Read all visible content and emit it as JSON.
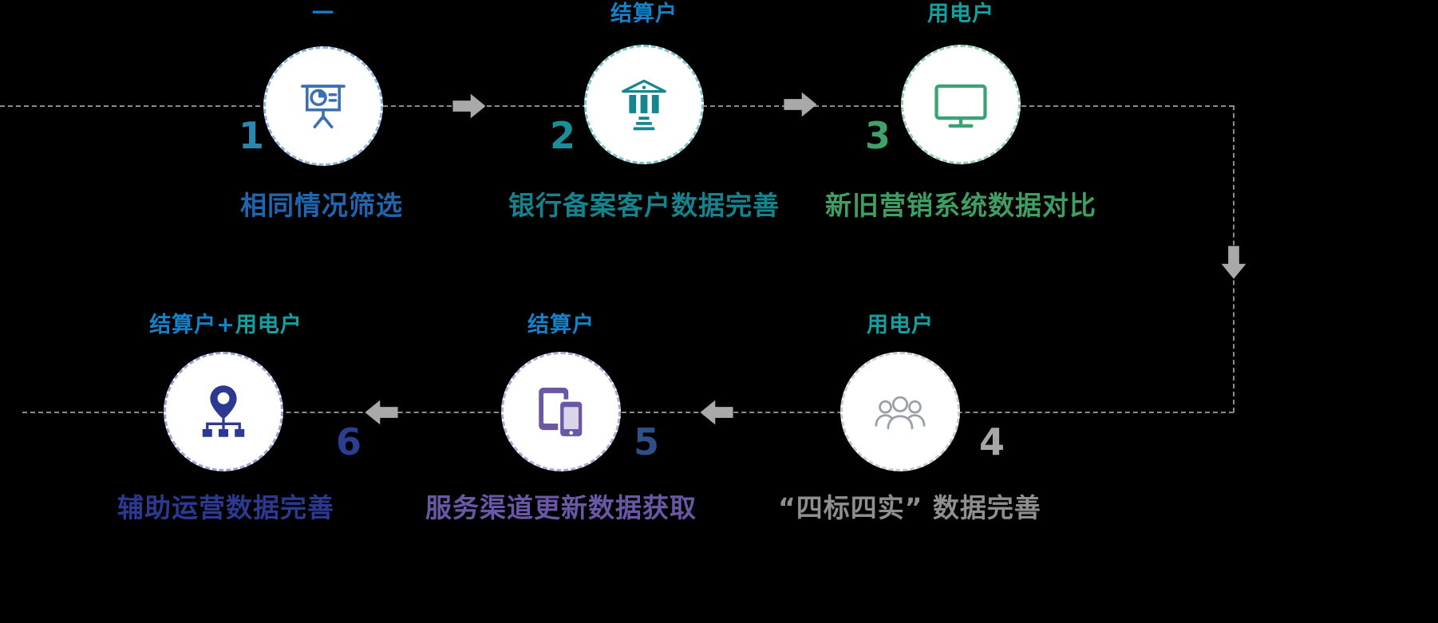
{
  "palette": {
    "background": "#000000",
    "circle_fill": "#ffffff",
    "connector_line": "#8c8c8c",
    "arrow": "#a9a9a9"
  },
  "steps": [
    {
      "number": "1",
      "tag": "一",
      "tag2": "",
      "caption": "相同情况筛选",
      "icon": "presentation-chart-icon",
      "colors": {
        "number": "#2e86ad",
        "tag": "#1581c9",
        "caption": "#1f66b1",
        "icon": "#3a6fb5",
        "border": "#8fb3dd"
      }
    },
    {
      "number": "2",
      "tag": "结算户",
      "tag2": "",
      "caption": "银行备案客户数据完善",
      "icon": "bank-icon",
      "colors": {
        "number": "#18909a",
        "tag": "#1581c9",
        "caption": "#15838d",
        "icon": "#17858f",
        "border": "#7fc2c8"
      }
    },
    {
      "number": "3",
      "tag": "用电户",
      "tag2": "",
      "caption": "新旧营销系统数据对比",
      "icon": "monitor-icon",
      "colors": {
        "number": "#41a268",
        "tag": "#14a0a0",
        "caption": "#3f9f63",
        "icon": "#3aa275",
        "border": "#97cfae"
      }
    },
    {
      "number": "4",
      "tag": "用电户",
      "tag2": "",
      "caption": "“四标四实” 数据完善",
      "icon": "people-group-icon",
      "colors": {
        "number": "#a6a6a6",
        "tag": "#14a0a0",
        "caption": "#8f8f8f",
        "icon": "#9aa0a8",
        "border": "#cccccc"
      }
    },
    {
      "number": "5",
      "tag": "结算户",
      "tag2": "",
      "caption": "服务渠道更新数据获取",
      "icon": "tablet-phone-icon",
      "colors": {
        "number": "#2f4f87",
        "tag": "#1581c9",
        "caption": "#6a58a6",
        "icon": "#6a58a6",
        "border": "#b3a8d6"
      }
    },
    {
      "number": "6",
      "tag": "结算户+",
      "tag2": "用电户",
      "caption": "辅助运营数据完善",
      "icon": "map-pin-network-icon",
      "colors": {
        "number": "#2c3e8f",
        "tag": "#1581c9",
        "tag2": "#14a0a0",
        "caption": "#2b3a90",
        "icon": "#2b3990",
        "border": "#9aa3d4"
      }
    }
  ]
}
